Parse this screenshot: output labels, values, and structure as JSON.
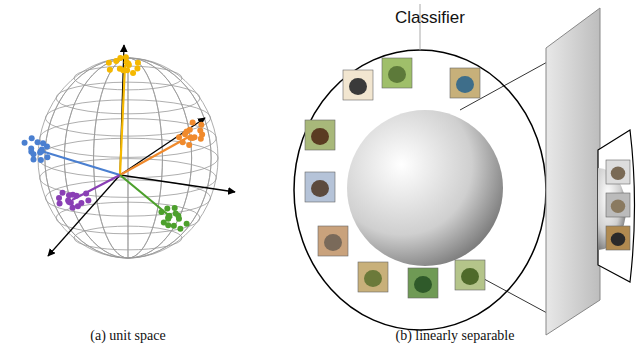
{
  "diagram": {
    "labels": [
      "Classifier",
      "(a) unit space",
      "(b) linearly separable"
    ]
  }
}
